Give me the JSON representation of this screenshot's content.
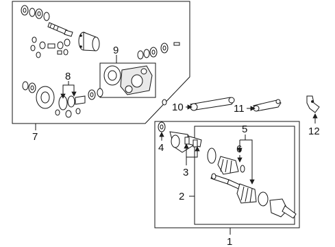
{
  "callouts": {
    "c1": "1",
    "c2": "2",
    "c3": "3",
    "c4": "4",
    "c5": "5",
    "c6": "6",
    "c7": "7",
    "c8": "8",
    "c9": "9",
    "c10": "10",
    "c11": "11",
    "c12": "12"
  },
  "colors": {
    "line": "#111111",
    "part_fill": "#ffffff",
    "part_shade": "#e9e9e9",
    "background": "#ffffff"
  }
}
